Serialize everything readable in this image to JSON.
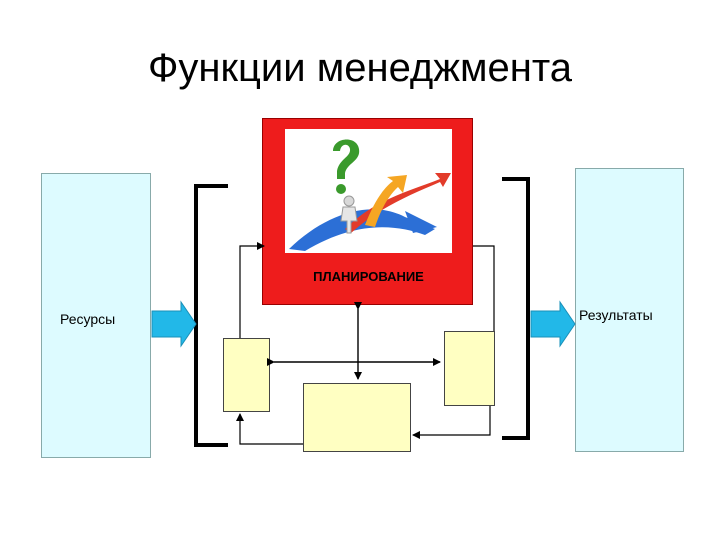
{
  "title": "Функции менеджмента",
  "diagram": {
    "left_box_label": "Ресурсы",
    "right_box_label": "Результаты",
    "center_label": "ПЛАНИРОВАНИЕ",
    "colors": {
      "cyan_box": "#ddfbff",
      "yellow_box": "#ffffc2",
      "red_frame": "#ee1c1c",
      "arrow_fill": "#22b8e8"
    },
    "illustration_icon": "planning-arrows-question-icon"
  }
}
